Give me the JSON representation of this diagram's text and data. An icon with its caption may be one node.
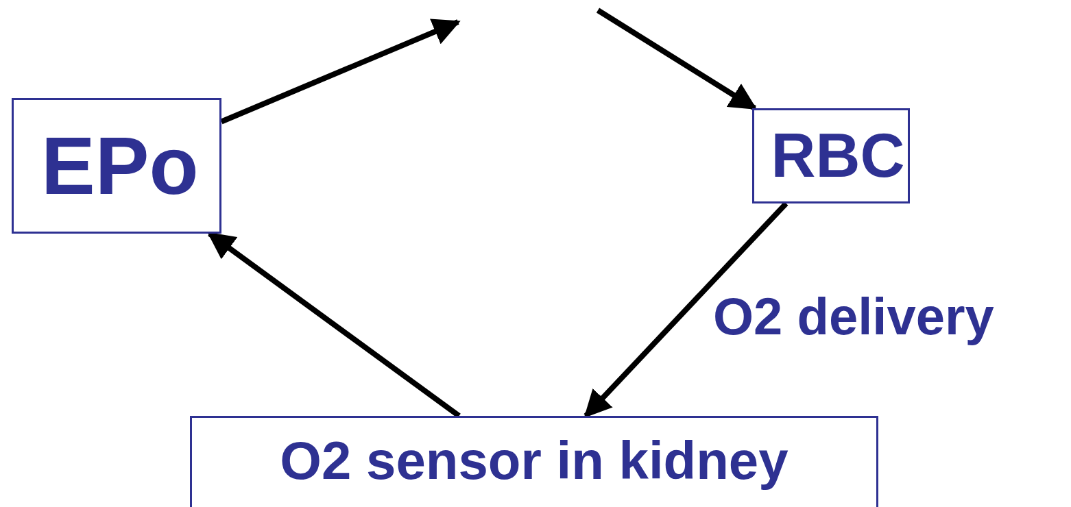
{
  "diagram": {
    "nodes": [
      {
        "text": [
          "EPo"
        ]
      },
      {
        "text": [
          "RBC"
        ]
      },
      {
        "text": [
          "O2 sensor in kidney"
        ]
      }
    ],
    "edges": [
      {
        "from": 0,
        "to": null,
        "arrow": "to"
      },
      {
        "from": null,
        "to": 1,
        "arrow": "to"
      },
      {
        "from": 1,
        "to": 2,
        "arrow": "to",
        "label": "O2 delivery"
      },
      {
        "from": 2,
        "to": 0,
        "arrow": "to"
      }
    ]
  }
}
